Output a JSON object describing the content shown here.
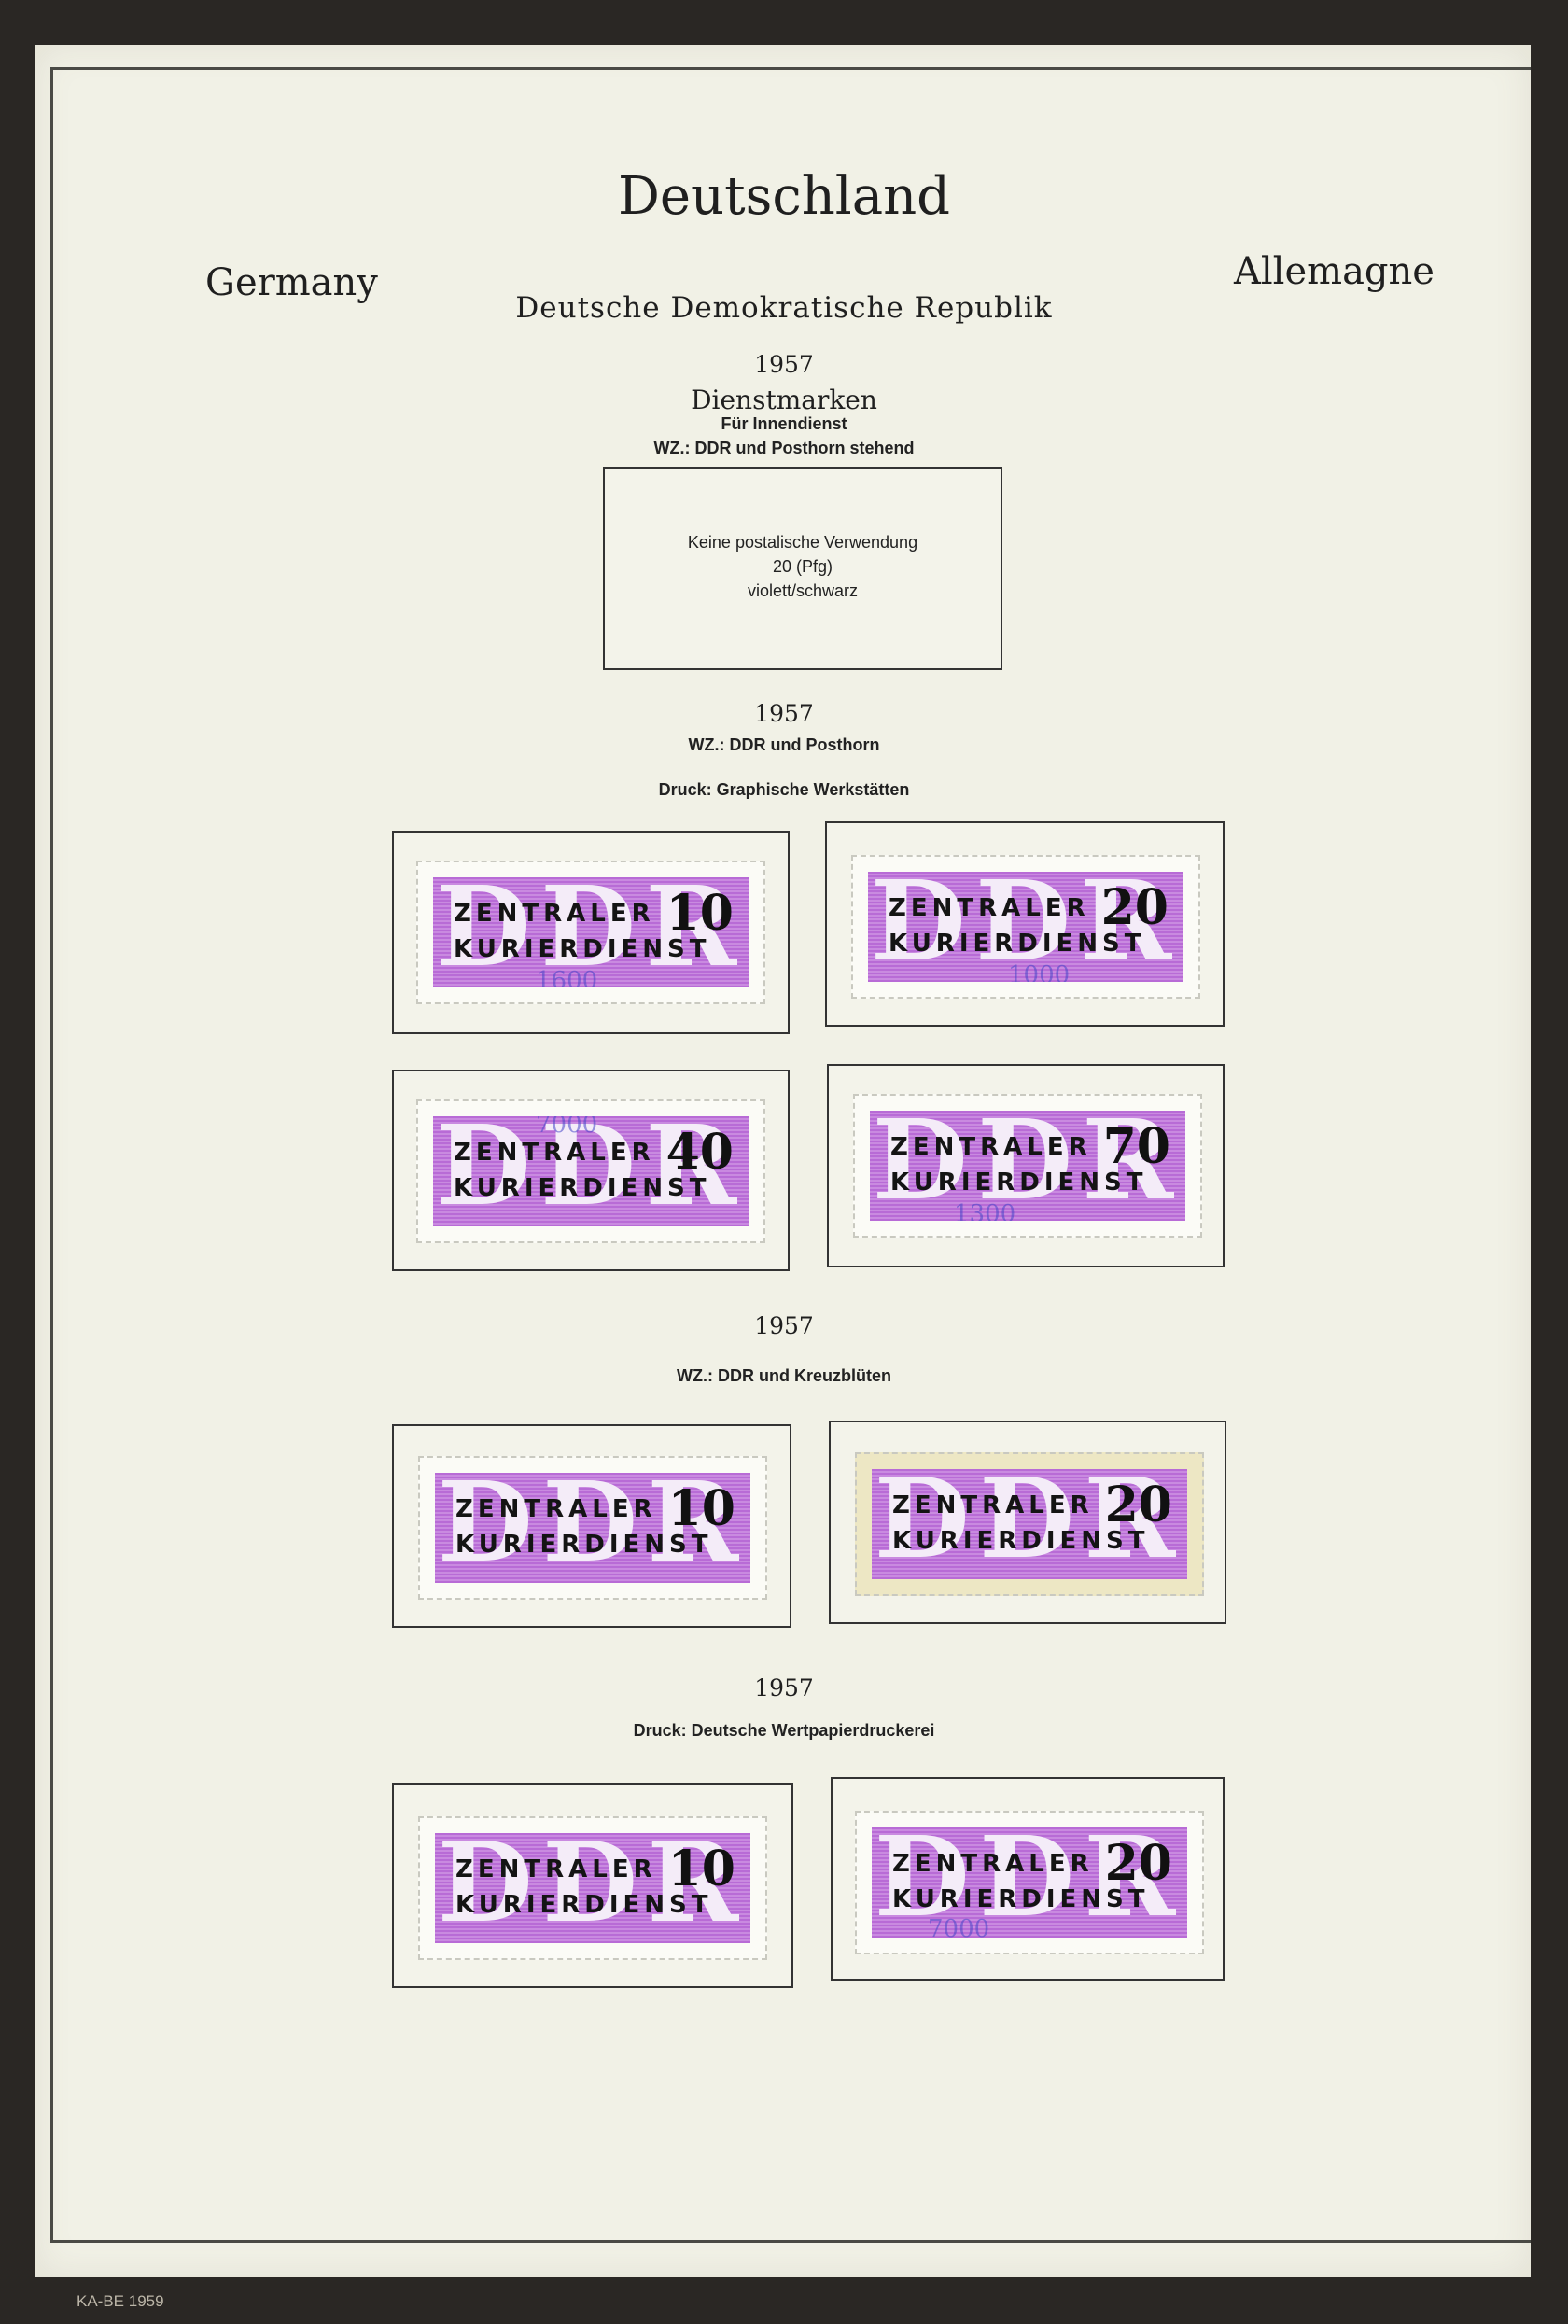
{
  "header": {
    "title": "Deutschland",
    "left_label": "Germany",
    "right_label": "Allemagne",
    "subtitle": "Deutsche Demokratische Republik"
  },
  "section1": {
    "year": "1957",
    "title": "Dienstmarken",
    "subtitle": "Für Innendienst",
    "watermark": "WZ.: DDR und Posthorn stehend",
    "placeholder_lines": [
      "Keine postalische Verwendung",
      "20 (Pfg)",
      "violett/schwarz"
    ]
  },
  "section2": {
    "year": "1957",
    "watermark": "WZ.: DDR und Posthorn",
    "printer": "Druck: Graphische Werkstätten"
  },
  "section3": {
    "year": "1957",
    "watermark": "WZ.: DDR und Kreuzblüten"
  },
  "section4": {
    "year": "1957",
    "printer": "Druck: Deutsche Wertpapierdruckerei"
  },
  "stamp_text": {
    "country": "DDR",
    "line1": "ZENTRALER",
    "line2": "KURIERDIENST"
  },
  "stamps": {
    "s2_1": {
      "value": "10",
      "postmark": "1600"
    },
    "s2_2": {
      "value": "20",
      "postmark": "1000"
    },
    "s2_3": {
      "value": "40",
      "postmark": "7000"
    },
    "s2_4": {
      "value": "70",
      "postmark": "1300"
    },
    "s3_1": {
      "value": "10"
    },
    "s3_2": {
      "value": "20"
    },
    "s4_1": {
      "value": "10"
    },
    "s4_2": {
      "value": "20",
      "postmark": "7000"
    }
  },
  "footer": {
    "imprint": "KA-BE 1959"
  },
  "colors": {
    "page": "#f1f1e6",
    "stamp_violet": "#b86bd6",
    "ink": "#1f1f1f"
  }
}
